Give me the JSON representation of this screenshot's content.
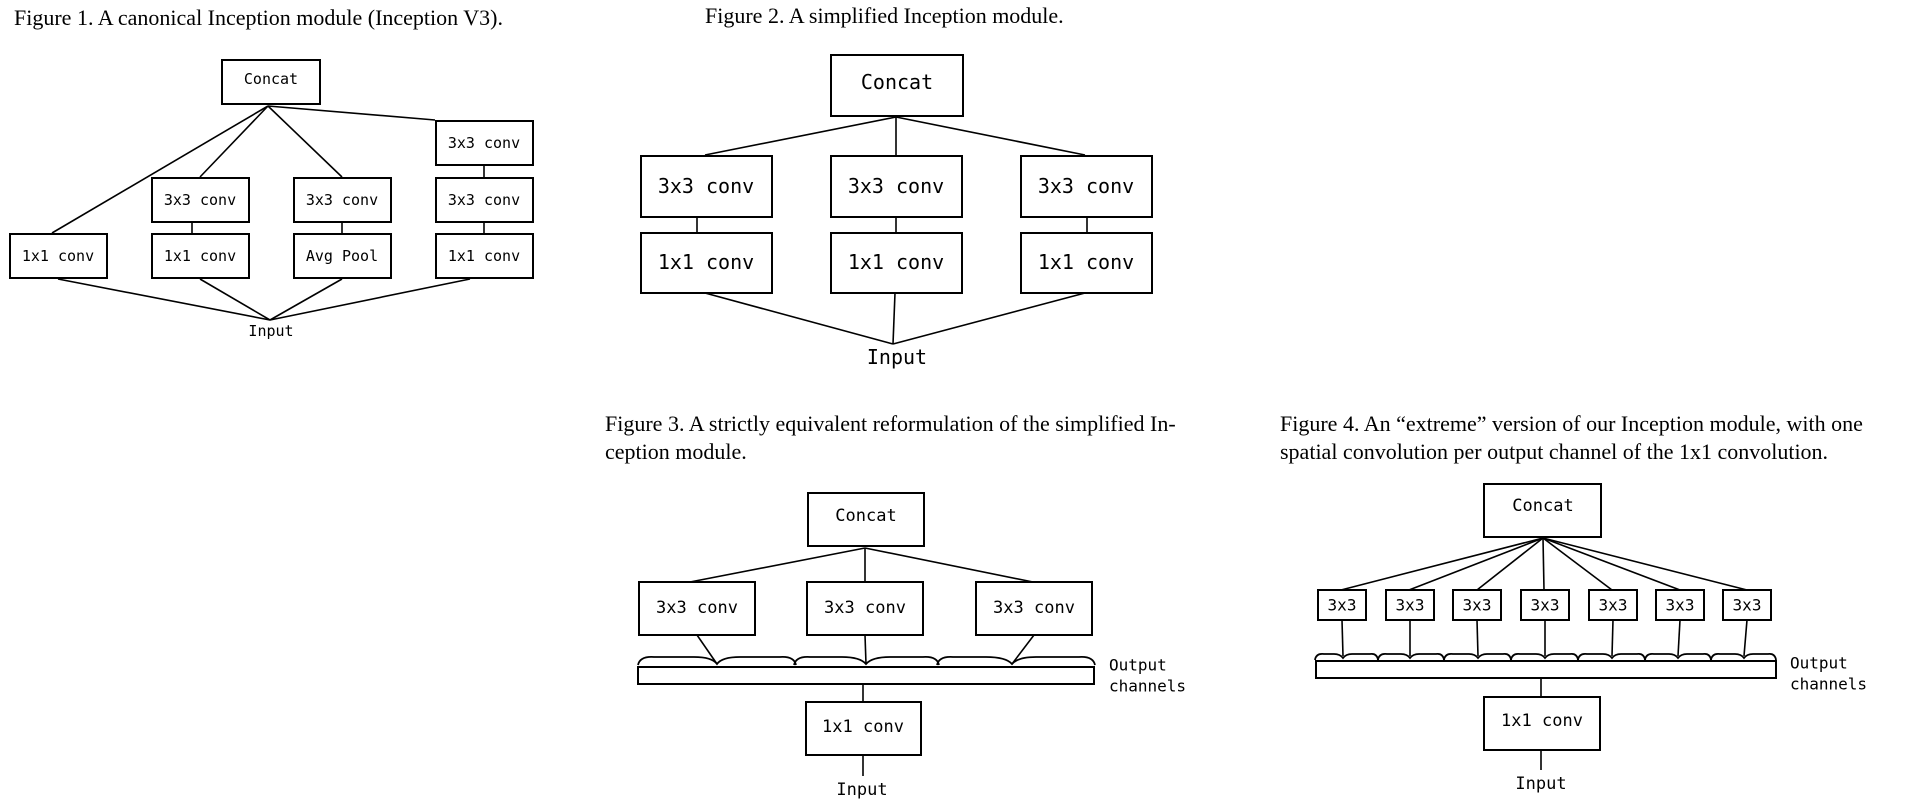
{
  "figure1": {
    "caption": "Figure 1. A canonical Inception module (Inception V3).",
    "concat": "Concat",
    "input": "Input",
    "branch1": [
      "1x1 conv"
    ],
    "branch2": [
      "3x3 conv",
      "1x1 conv"
    ],
    "branch3": [
      "3x3 conv",
      "Avg Pool"
    ],
    "branch4": [
      "3x3 conv",
      "3x3 conv",
      "1x1 conv"
    ]
  },
  "figure2": {
    "caption": "Figure 2. A simplified Inception module.",
    "concat": "Concat",
    "input": "Input",
    "top_boxes": [
      "3x3 conv",
      "3x3 conv",
      "3x3 conv"
    ],
    "bottom_boxes": [
      "1x1 conv",
      "1x1 conv",
      "1x1 conv"
    ]
  },
  "figure3": {
    "caption_lines": [
      "Figure 3. A strictly equivalent reformulation of the simplified In-",
      "ception module."
    ],
    "concat": "Concat",
    "input": "Input",
    "top_boxes": [
      "3x3 conv",
      "3x3 conv",
      "3x3 conv"
    ],
    "bottom_box": "1x1 conv",
    "output_label_lines": [
      "Output",
      "channels"
    ]
  },
  "figure4": {
    "caption_lines": [
      "Figure 4. An “extreme” version of our Inception module, with one",
      "spatial convolution per output channel of the 1x1 convolution."
    ],
    "concat": "Concat",
    "input": "Input",
    "top_boxes": [
      "3x3",
      "3x3",
      "3x3",
      "3x3",
      "3x3",
      "3x3",
      "3x3"
    ],
    "bottom_box": "1x1 conv",
    "output_label_lines": [
      "Output",
      "channels"
    ]
  }
}
